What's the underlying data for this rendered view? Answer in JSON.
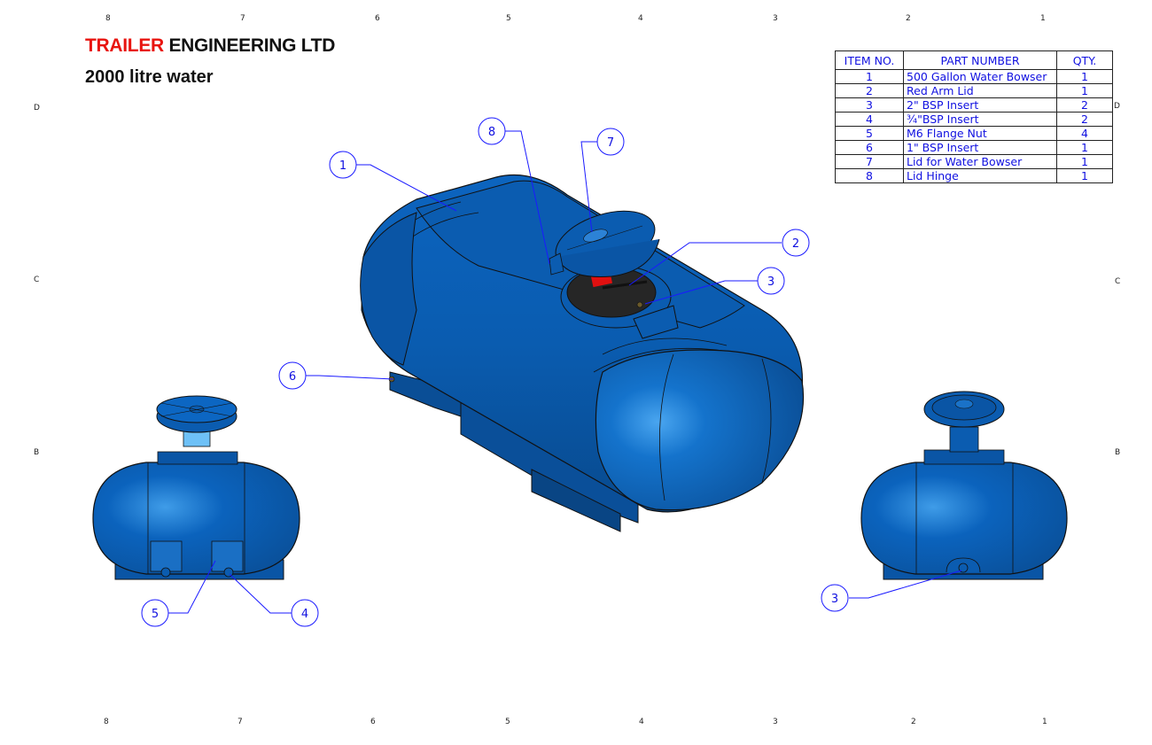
{
  "title": {
    "brand": "TRAILER",
    "rest": " ENGINEERING LTD",
    "subtitle": "2000 litre water",
    "brand_color": "#e8140f"
  },
  "zones": {
    "columns": [
      "8",
      "7",
      "6",
      "5",
      "4",
      "3",
      "2",
      "1"
    ],
    "rows": [
      "D",
      "C",
      "B"
    ]
  },
  "bom": {
    "headers": {
      "item": "ITEM NO.",
      "part": "PART NUMBER",
      "qty": "QTY."
    },
    "rows": [
      {
        "item": "1",
        "part": "500 Gallon Water Bowser",
        "qty": "1"
      },
      {
        "item": "2",
        "part": "Red Arm Lid",
        "qty": "1"
      },
      {
        "item": "3",
        "part": "2\" BSP Insert",
        "qty": "2"
      },
      {
        "item": "4",
        "part": "¾\"BSP Insert",
        "qty": "2"
      },
      {
        "item": "5",
        "part": "M6 Flange Nut",
        "qty": "4"
      },
      {
        "item": "6",
        "part": "1\" BSP Insert",
        "qty": "1"
      },
      {
        "item": "7",
        "part": "Lid for Water Bowser",
        "qty": "1"
      },
      {
        "item": "8",
        "part": "Lid Hinge",
        "qty": "1"
      }
    ],
    "text_color": "#1010e0"
  },
  "balloons": {
    "b1": "1",
    "b2": "2",
    "b3": "3",
    "b3b": "3",
    "b4": "4",
    "b5": "5",
    "b6": "6",
    "b7": "7",
    "b8": "8"
  },
  "colors": {
    "tank_blue": "#0b5cb0",
    "tank_highlight": "#3f9ce8",
    "lid_dark": "#222222",
    "red_arm": "#e01010",
    "leader": "#1a1aff"
  }
}
